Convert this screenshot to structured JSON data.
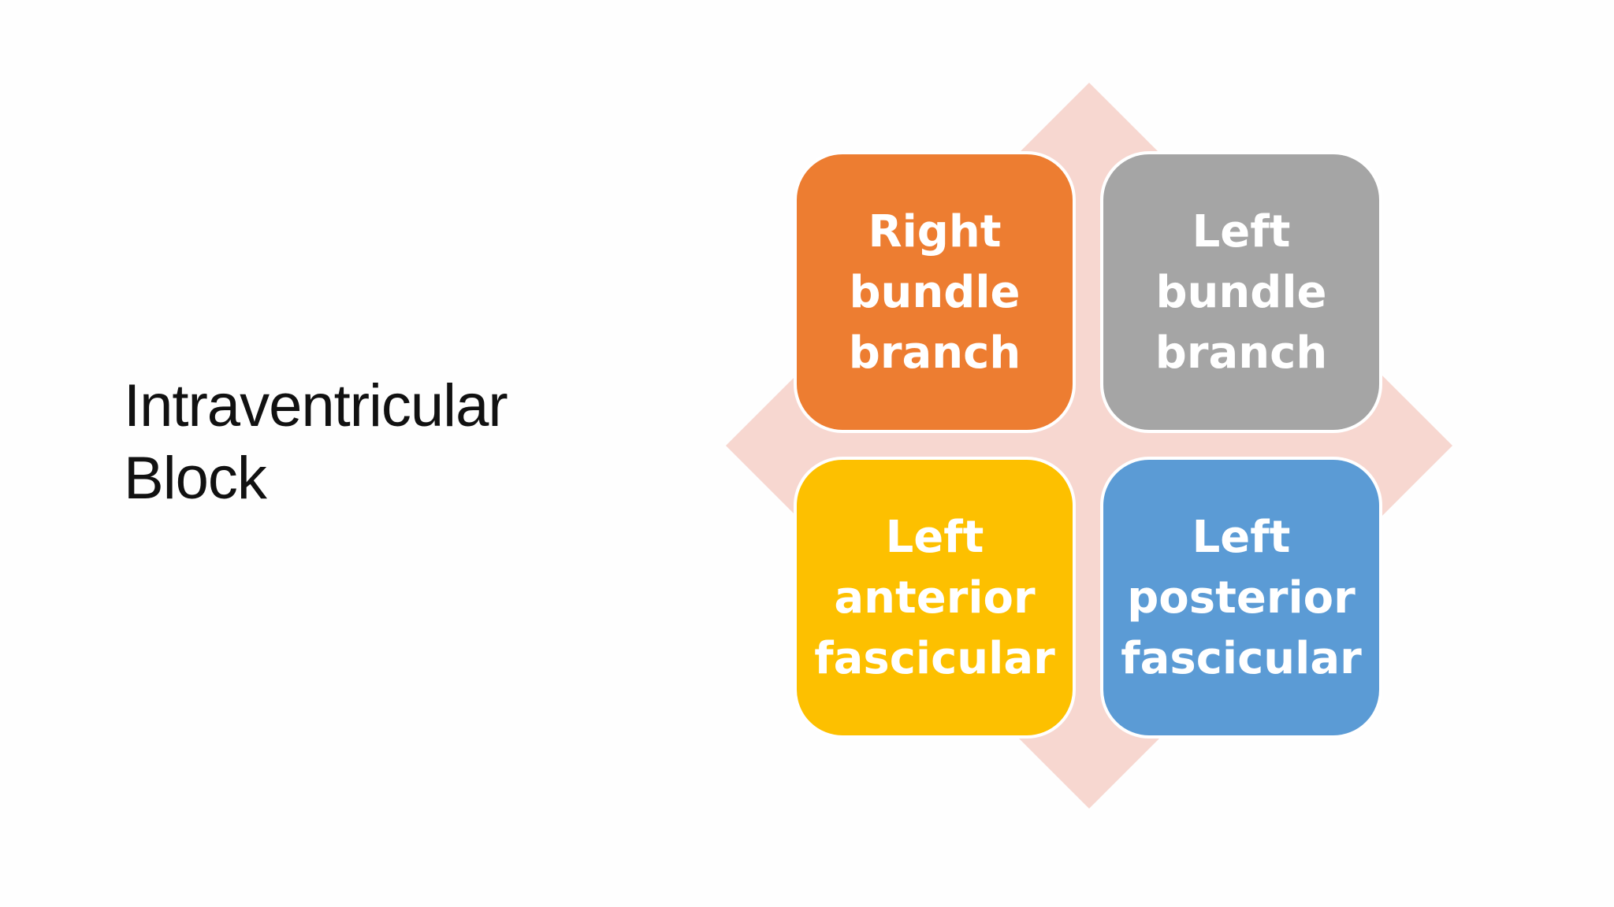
{
  "slide": {
    "title_lines": [
      "Intraventricular",
      "Block"
    ]
  },
  "diagram": {
    "background_color": "#f7d7d0",
    "tiles": [
      {
        "lines": [
          "Right",
          "bundle",
          "branch"
        ],
        "color": "#ed7d31"
      },
      {
        "lines": [
          "Left",
          "bundle",
          "branch"
        ],
        "color": "#a5a5a5"
      },
      {
        "lines": [
          "Left",
          "anterior",
          "fascicular"
        ],
        "color": "#fdc000"
      },
      {
        "lines": [
          "Left",
          "posterior",
          "fascicular"
        ],
        "color": "#5b9bd5"
      }
    ]
  }
}
